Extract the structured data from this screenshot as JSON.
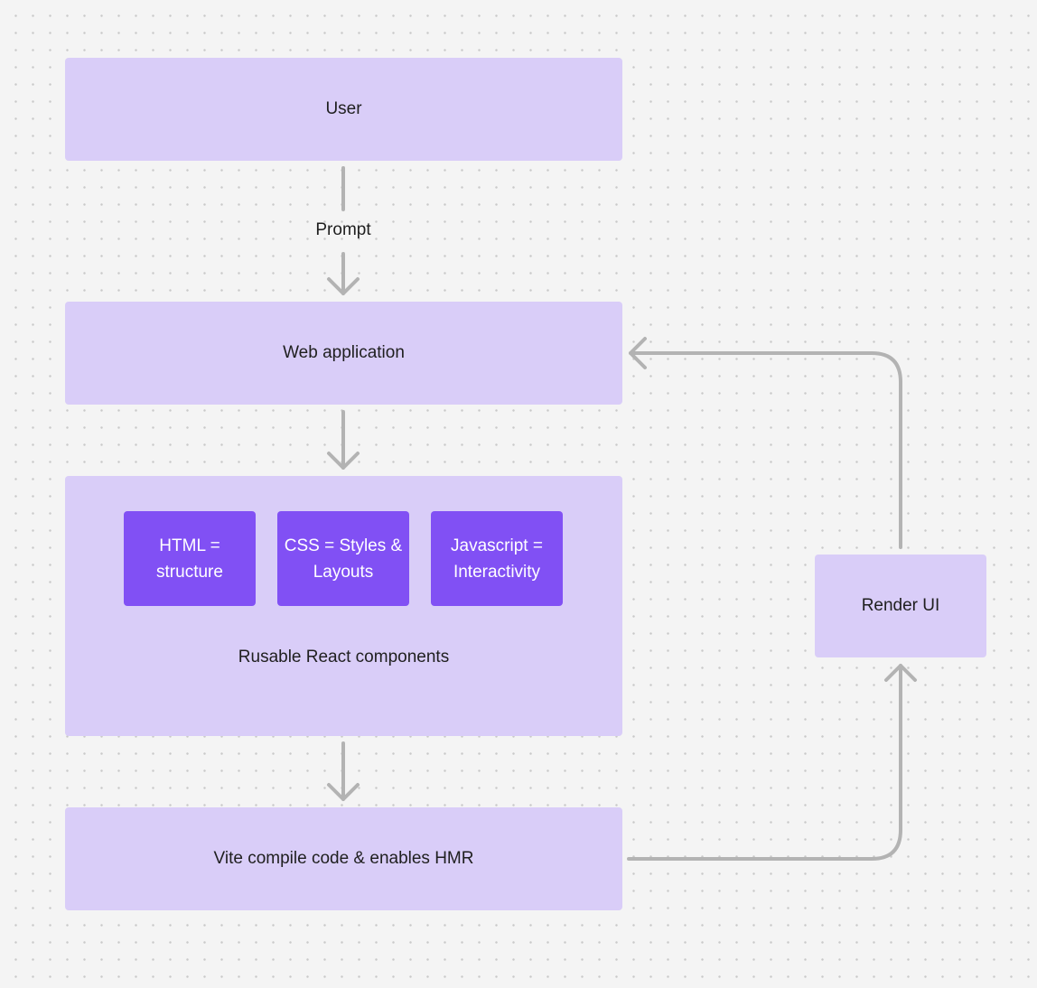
{
  "diagram": {
    "nodes": {
      "user": {
        "label": "User"
      },
      "web_app": {
        "label": "Web application"
      },
      "react": {
        "label": "Rusable React components",
        "chips": [
          {
            "label": "HTML = structure"
          },
          {
            "label": "CSS = Styles & Layouts"
          },
          {
            "label": "Javascript = Interactivity"
          }
        ]
      },
      "vite": {
        "label": "Vite compile code & enables HMR"
      },
      "render": {
        "label": "Render UI"
      }
    },
    "edges": [
      {
        "from": "user",
        "to": "web_app",
        "label": "Prompt"
      },
      {
        "from": "web_app",
        "to": "react",
        "label": ""
      },
      {
        "from": "react",
        "to": "vite",
        "label": ""
      },
      {
        "from": "vite",
        "to": "render",
        "label": ""
      },
      {
        "from": "render",
        "to": "web_app",
        "label": ""
      }
    ],
    "colors": {
      "background": "#f4f4f4",
      "node_fill": "#d9cdf8",
      "chip_fill": "#8150f4",
      "arrow": "#b3b3b3"
    }
  }
}
